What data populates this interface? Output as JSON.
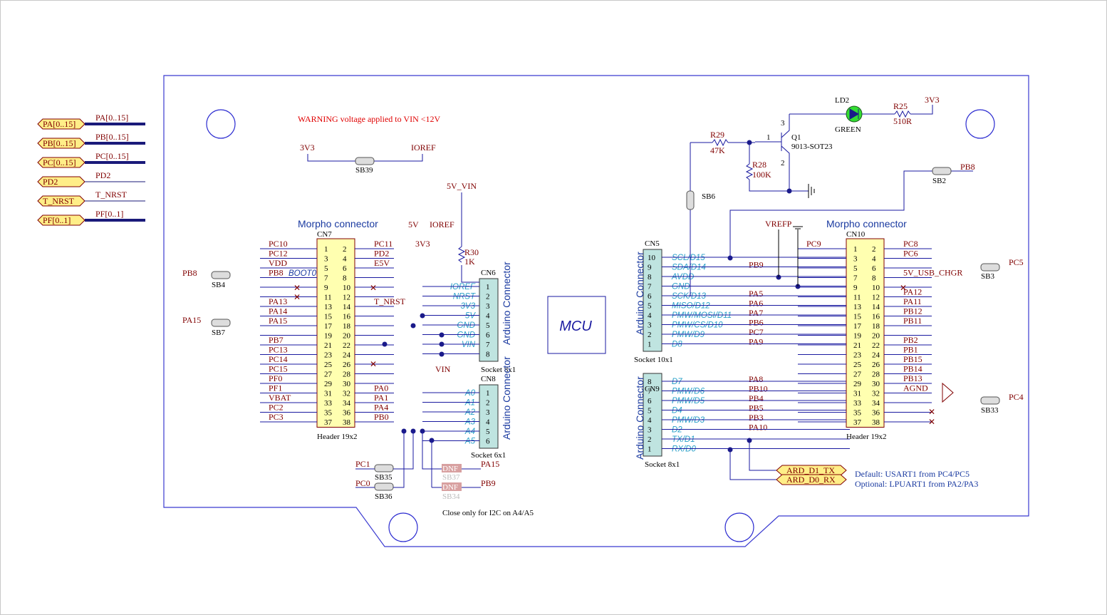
{
  "warning": "WARNING voltage applied to VIN <12V",
  "mcu_label": "MCU",
  "left_ports": [
    "PA[0..15]",
    "PB[0..15]",
    "PC[0..15]",
    "PD2",
    "T_NRST",
    "PF[0..1]"
  ],
  "left_port_nets": [
    "PA[0..15]",
    "PB[0..15]",
    "PC[0..15]",
    "PD2",
    "T_NRST",
    "PF[0..1]"
  ],
  "cn7": {
    "title": "Morpho connector",
    "ref": "CN7",
    "type": "Header 19x2",
    "left_nets": [
      "PC10",
      "PC12",
      "VDD",
      "PB8",
      "",
      "",
      "PA13",
      "PA14",
      "PA15",
      "",
      "PB7",
      "PC13",
      "PC14",
      "PC15",
      "PF0",
      "PF1",
      "VBAT",
      "PC2",
      "PC3"
    ],
    "right_nets": [
      "PC11",
      "PD2",
      "E5V",
      "",
      "",
      "",
      "T_NRST",
      "",
      "",
      "",
      "",
      "",
      "",
      "",
      "",
      "PA0",
      "PA1",
      "PA4",
      "PB0"
    ],
    "boot_label": "BOOT0"
  },
  "cn6": {
    "title": "Arduino Connector",
    "ref": "CN6",
    "type": "Socket 8x1",
    "signals": [
      "IOREF",
      "NRST",
      "3V3",
      "5V",
      "GND",
      "GND",
      "VIN",
      ""
    ]
  },
  "cn8": {
    "title": "Arduino Connector",
    "ref": "CN8",
    "type": "Socket 6x1",
    "signals": [
      "A0",
      "A1",
      "A2",
      "A3",
      "A4",
      "A5"
    ]
  },
  "cn5": {
    "title": "Arduino Connector",
    "ref": "CN5",
    "type": "Socket 10x1",
    "signals": [
      "SCL/D15",
      "SDA/D14",
      "AVDD",
      "GND",
      "SCK/D13",
      "MISO/D12",
      "PMW/MOSI/D11",
      "PMW/CS/D10",
      "PMW/D9",
      "D8"
    ],
    "nets": [
      "",
      "PB9",
      "",
      "",
      "PA5",
      "PA6",
      "PA7",
      "PB6",
      "PC7",
      "PA9"
    ]
  },
  "cn9": {
    "title": "Arduino Connector",
    "ref": "CN9",
    "type": "Socket 8x1",
    "signals": [
      "D7",
      "PMW/D6",
      "PMW/D5",
      "D4",
      "PMW/D3",
      "D2",
      "TX/D1",
      "RX/D0"
    ],
    "nets": [
      "PA8",
      "PB10",
      "PB4",
      "PB5",
      "PB3",
      "PA10",
      "",
      ""
    ]
  },
  "cn10": {
    "title": "Morpho connector",
    "ref": "CN10",
    "type": "Header 19x2",
    "left_nets": [
      "PC9",
      "",
      "",
      "",
      "",
      "",
      "",
      "",
      "",
      "",
      "",
      "",
      "",
      "",
      "",
      "",
      "",
      "",
      ""
    ],
    "right_nets": [
      "PC8",
      "PC6",
      "",
      "5V_USB_CHGR",
      "",
      "PA12",
      "PA11",
      "PB12",
      "PB11",
      "",
      "PB2",
      "PB1",
      "PB15",
      "PB14",
      "PB13",
      "AGND",
      "",
      "",
      ""
    ]
  },
  "power_labels": {
    "p3v3_a": "3V3",
    "ioref_a": "IOREF",
    "v5vin": "5V_VIN",
    "p5v": "5V",
    "p3v3_b": "3V3",
    "ioref_b": "IOREF",
    "vin": "VIN",
    "vrefp": "VREFP",
    "p3v3_c": "3V3"
  },
  "parts": {
    "sb39": "SB39",
    "sb4": "SB4",
    "sb7": "SB7",
    "sb35": "SB35",
    "sb36": "SB36",
    "sb37": "SB37",
    "sb34": "SB34",
    "sb6": "SB6",
    "sb2": "SB2",
    "sb3": "SB3",
    "sb33": "SB33",
    "r30": "R30",
    "r30v": "1K",
    "r29": "R29",
    "r29v": "47K",
    "r28": "R28",
    "r28v": "100K",
    "r25": "R25",
    "r25v": "510R",
    "q1": "Q1",
    "q1v": "9013-SOT23",
    "ld2": "LD2",
    "ld2v": "GREEN",
    "dnf": "DNF",
    "dnf2": "DNF"
  },
  "misc": {
    "sb35_net": "PC1",
    "sb36_net": "PC0",
    "sb37_net": "PA15",
    "sb34_net": "PB9",
    "sb4_net": "PB8",
    "sb7_net": "PA15",
    "sb2_net": "PB8",
    "sb3_net": "PC5",
    "sb33_net": "PC4",
    "i2c_note": "Close only for I2C on A4/A5",
    "ard_tx": "ARD_D1_TX",
    "ard_rx": "ARD_D0_RX",
    "default_note": "Default: USART1 from PC4/PC5",
    "optional_note": "Optional: LPUART1 from PA2/PA3",
    "q1_pin1": "1",
    "q1_pin2": "2",
    "q1_pin3": "3"
  }
}
